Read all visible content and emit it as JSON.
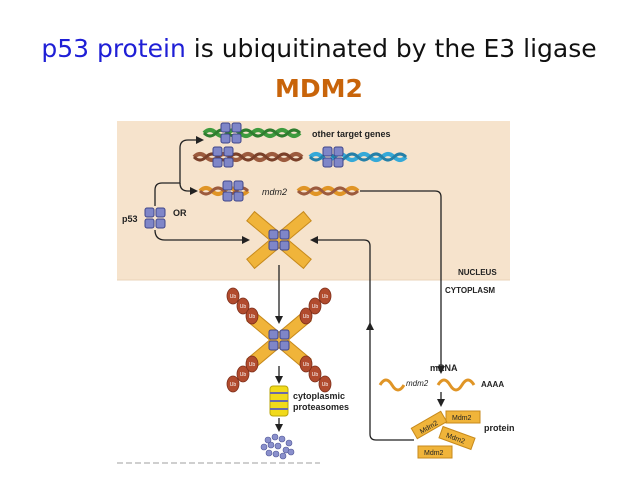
{
  "slide": {
    "title_blue": "p53 protein",
    "title_black": " is ubiquitinated by the E3 ligase",
    "title_orange": "MDM2"
  },
  "figure": {
    "label_other_target_genes": "other target genes",
    "label_mdm2_gene": "mdm2",
    "label_p53": "p53",
    "label_or": "OR",
    "label_nucleus": "NUCLEUS",
    "label_cytoplasm": "CYTOPLASM",
    "label_mrna": "mRNA",
    "label_mrna_gene": "mdm2",
    "label_polya": "AAAA",
    "label_proteasomes_line1": "cytoplasmic",
    "label_proteasomes_line2": "proteasomes",
    "label_protein": "protein",
    "mdm2_protein_labels": [
      "Mdm2",
      "Mdm2",
      "Mdm2",
      "Mdm2"
    ],
    "ub_label": "Ub",
    "colors": {
      "nucleus_bg": "#f6e3cc",
      "p53_tetramer": "#7f86c8",
      "mdm2_protein": "#f0b43a",
      "ubiquitin": "#b14b2e",
      "dna_orange": "#e09526",
      "dna_green": "#3e9b3e",
      "dna_blue": "#35a9d8",
      "dna_brown": "#9c5b3e",
      "proteasome": "#f1da1a"
    }
  }
}
